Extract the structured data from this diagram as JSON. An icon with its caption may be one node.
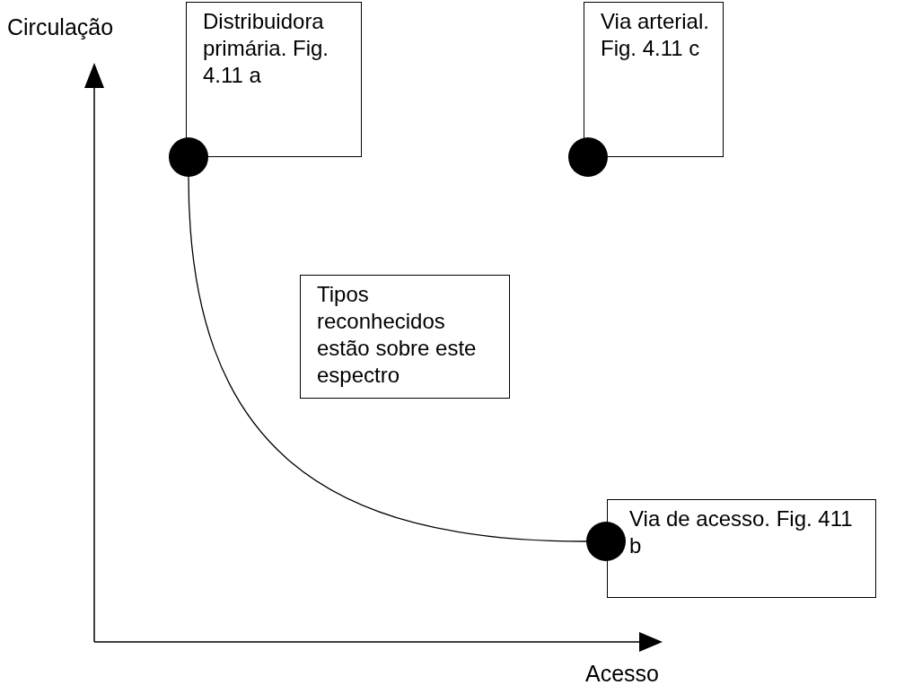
{
  "diagram": {
    "nodes": [
      {
        "text": [
          "Distribuidora primária. Fig. 4.11 a"
        ]
      },
      {
        "text": [
          "Via arterial. Fig. 4.11 c"
        ]
      },
      {
        "text": [],
        "shape": "circle"
      },
      {
        "text": [],
        "shape": "circle"
      },
      {
        "text": [
          "Tipos reconhecidos estão sobre este espectro"
        ]
      },
      {
        "text": [
          "Via de acesso. Fig. 411 b"
        ]
      },
      {
        "text": [],
        "shape": "circle"
      }
    ],
    "edges": [
      {
        "from": 2,
        "to": 6,
        "arrow": "none"
      }
    ],
    "labels": [
      "Circulação",
      "Acesso"
    ]
  }
}
